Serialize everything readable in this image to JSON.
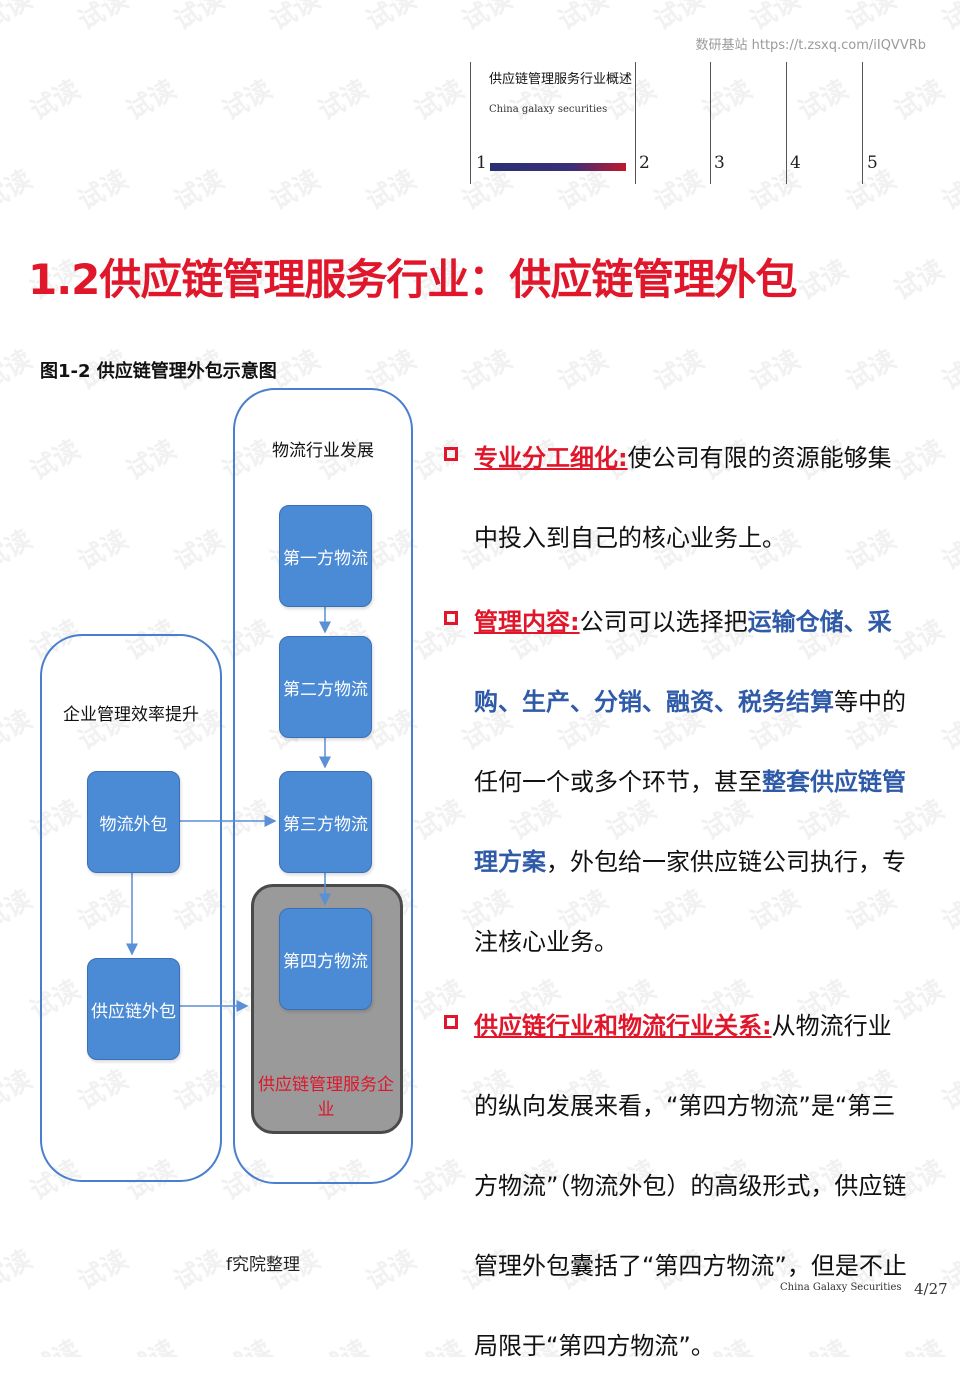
{
  "watermark": {
    "source_note": "数研基站 https://t.zsxq.com/iIQVVRb",
    "repeat_text": "试读"
  },
  "header": {
    "section_title": "供应链管理服务行业概述",
    "company_en": "China galaxy securities",
    "section_numbers": [
      "1",
      "2",
      "3",
      "4",
      "5"
    ],
    "active_section_progress": 1.0
  },
  "heading": "1.2供应链管理服务行业：供应链管理外包",
  "figure": {
    "caption": "图1-2 供应链管理外包示意图",
    "logistics_container_label": "物流行业发展",
    "enterprise_container_label": "企业管理效率提升",
    "boxes": {
      "p1": "第一方物流",
      "p2": "第二方物流",
      "p3": "第三方物流",
      "p4": "第四方物流",
      "logistics_outsourcing": "物流外包",
      "scm_outsourcing": "供应链外包"
    },
    "scm_enterprise_label": "供应链管理服务企业"
  },
  "bullets": [
    {
      "title": "专业分工细化:",
      "segments": [
        "使公司有限的资源能够集中投入到自己的核心业务上。"
      ]
    },
    {
      "title": "管理内容:",
      "parts": {
        "t1": "公司可以选择把",
        "h1": "运输仓储、采购、生产、分销、融资、税务结算",
        "t2": "等中的任何一个或多个环节，甚至",
        "h2": "整套供应链管理方案",
        "t3": "，外包给一家供应链公司执行，专注核心业务。"
      }
    },
    {
      "title": "供应链行业和物流行业关系:",
      "segments": [
        "从物流行业的纵向发展来看，“第四方物流”是“第三方物流”（物流外包）的高级形式，供应链管理外包囊括了“第四方物流”，但是不止局限于“第四方物流”。"
      ]
    }
  ],
  "footer": {
    "source_fragment": "f究院整理",
    "company_en": "China Galaxy Securities",
    "page": "4/27"
  },
  "colors": {
    "accent_red": "#e0162b",
    "box_blue": "#4b8ad4",
    "container_blue": "#4a7fcf",
    "highlight_blue": "#2e5aa8",
    "gray_box": "#9a9a9a"
  }
}
